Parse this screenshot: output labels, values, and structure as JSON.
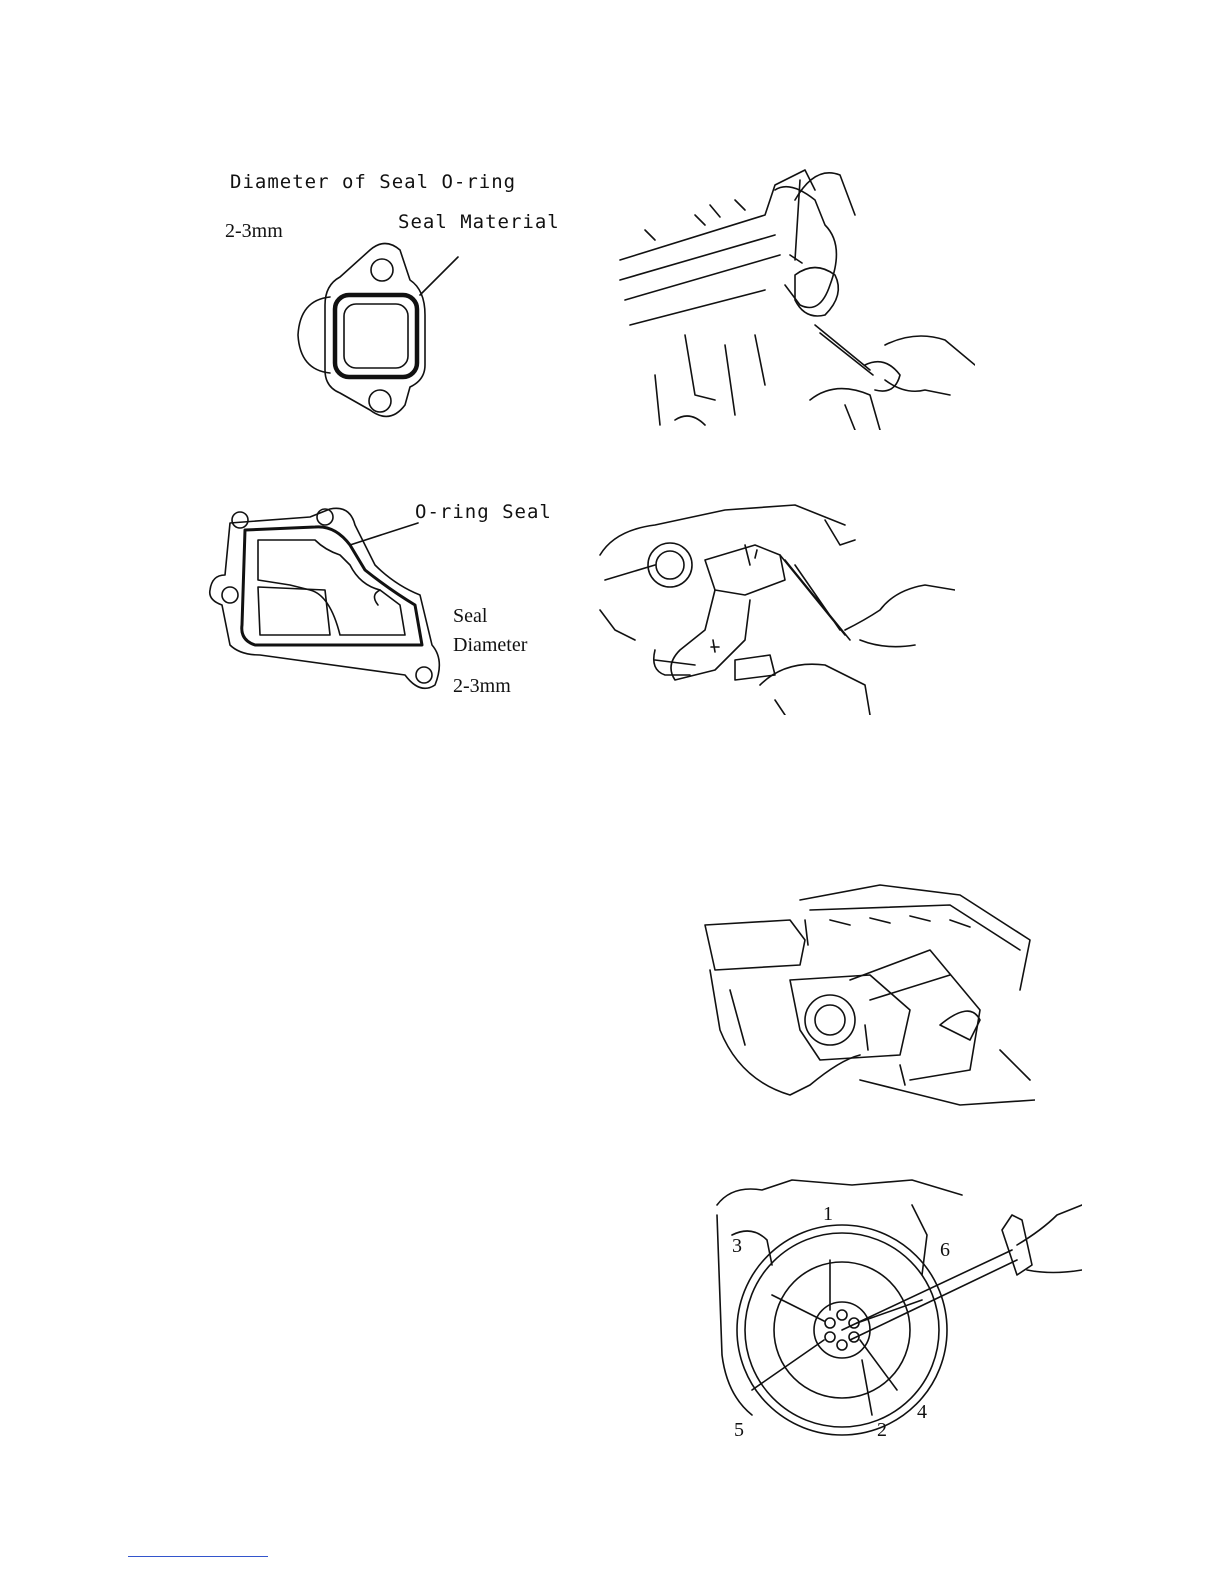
{
  "figure1": {
    "title": "Diameter of Seal O-ring",
    "size": "2-3mm",
    "material": "Seal Material"
  },
  "figure3": {
    "seal_label": "O-ring Seal",
    "diameter_line1": "Seal",
    "diameter_line2": "Diameter",
    "size": "2-3mm"
  },
  "figure6": {
    "bolt_numbers": [
      "1",
      "2",
      "3",
      "4",
      "5",
      "6"
    ]
  },
  "icons": {
    "fig2": "engine-bolt-wrench-icon",
    "fig4": "thermostat-housing-wrench-icon",
    "fig5": "intake-manifold-icon",
    "fig6": "flywheel-bolt-sequence-icon"
  }
}
